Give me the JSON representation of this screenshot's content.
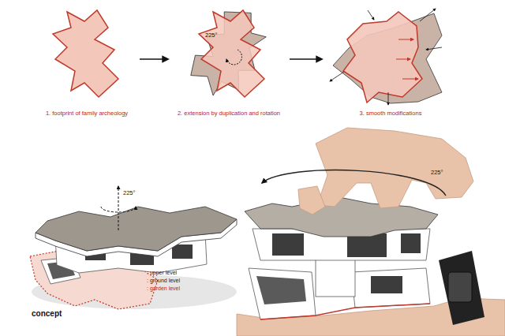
{
  "diagram": {
    "nodes": [
      {
        "text": [
          "1. footprint of family archeology"
        ]
      },
      {
        "text": [
          "2. extension by duplication and rotation"
        ]
      },
      {
        "text": [
          "3. smooth modifications"
        ]
      }
    ],
    "edges": [
      {
        "from": 0,
        "to": 1,
        "arrow": "to"
      },
      {
        "from": 1,
        "to": 2,
        "arrow": "to"
      }
    ],
    "labels": [
      "225°",
      "225°",
      "225°",
      ": upper level",
      ": ground level",
      ": garden level",
      "concept"
    ]
  }
}
